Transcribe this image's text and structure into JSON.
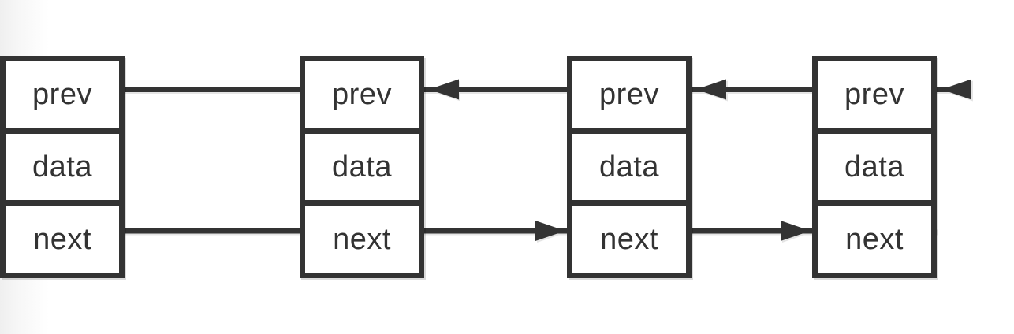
{
  "diagram": {
    "type": "doubly-linked-list",
    "node_count": 4,
    "nodes": [
      {
        "name": "node-1",
        "fields": [
          "prev",
          "data",
          "next"
        ]
      },
      {
        "name": "node-2",
        "fields": [
          "prev",
          "data",
          "next"
        ]
      },
      {
        "name": "node-3",
        "fields": [
          "prev",
          "data",
          "next"
        ]
      },
      {
        "name": "node-4",
        "fields": [
          "prev",
          "data",
          "next"
        ]
      }
    ],
    "arrows": [
      {
        "type": "next",
        "from": 0,
        "to": 1
      },
      {
        "type": "next",
        "from": 1,
        "to": 2
      },
      {
        "type": "next",
        "from": 2,
        "to": 3
      },
      {
        "type": "prev",
        "from": 1,
        "to": 0
      },
      {
        "type": "prev",
        "from": 2,
        "to": 1
      },
      {
        "type": "prev",
        "from": 3,
        "to": 2
      }
    ],
    "colors": {
      "stroke": "#333333",
      "text": "#333333",
      "background": "#ffffff",
      "left_edge_gradient": "#efefef"
    }
  }
}
